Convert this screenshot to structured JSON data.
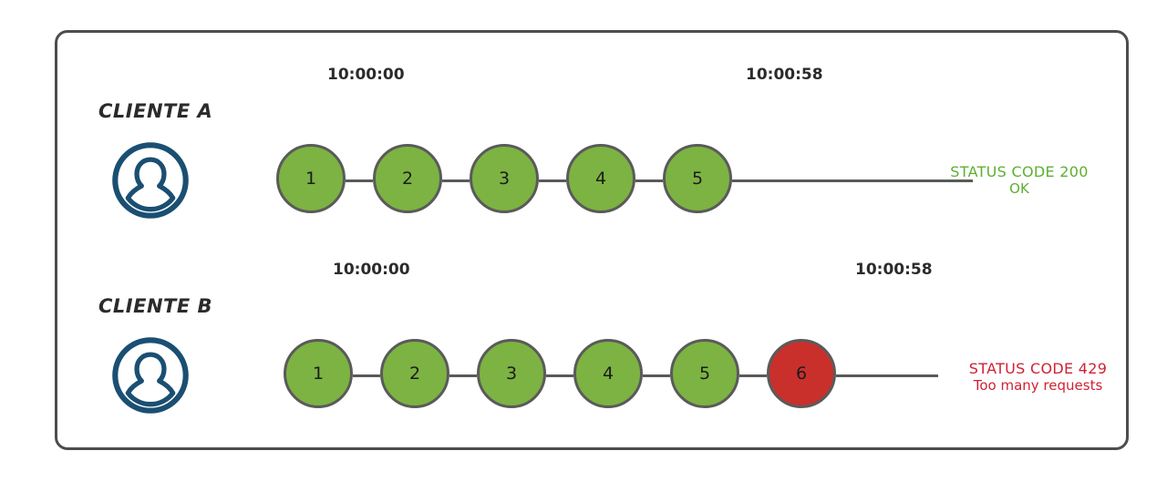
{
  "diagram": {
    "title": "rate-limiting-client-requests",
    "colors": {
      "frame_border": "#4d4d4d",
      "node_ok": "#7cb342",
      "node_error": "#c9302c",
      "node_border": "#5a5a5a",
      "avatar": "#1a4f72",
      "status_ok": "#5cb030",
      "status_error": "#cf2233",
      "text": "#2b2b2b"
    },
    "rows": [
      {
        "id": "cliente-a",
        "client_label": "CLIENTE A",
        "avatar_icon": "user-avatar-icon",
        "timestamps": [
          {
            "label": "10:00:00",
            "at_node": 1
          },
          {
            "label": "10:00:58",
            "at_node": 5
          }
        ],
        "nodes": [
          {
            "label": "1",
            "state": "ok"
          },
          {
            "label": "2",
            "state": "ok"
          },
          {
            "label": "3",
            "state": "ok"
          },
          {
            "label": "4",
            "state": "ok"
          },
          {
            "label": "5",
            "state": "ok"
          }
        ],
        "status": {
          "state": "ok",
          "code": "STATUS CODE 200",
          "message": "OK"
        }
      },
      {
        "id": "cliente-b",
        "client_label": "CLIENTE B",
        "avatar_icon": "user-avatar-icon",
        "timestamps": [
          {
            "label": "10:00:00",
            "at_node": 1
          },
          {
            "label": "10:00:58",
            "at_node": 6
          }
        ],
        "nodes": [
          {
            "label": "1",
            "state": "ok"
          },
          {
            "label": "2",
            "state": "ok"
          },
          {
            "label": "3",
            "state": "ok"
          },
          {
            "label": "4",
            "state": "ok"
          },
          {
            "label": "5",
            "state": "ok"
          },
          {
            "label": "6",
            "state": "error"
          }
        ],
        "status": {
          "state": "error",
          "code": "STATUS CODE 429",
          "message": "Too many requests"
        }
      }
    ]
  }
}
